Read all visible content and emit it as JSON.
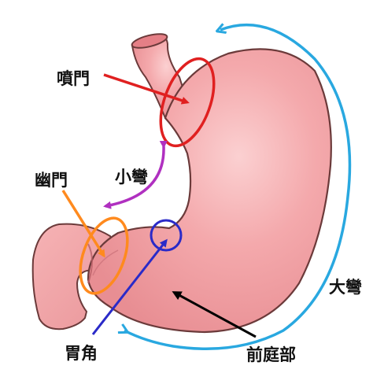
{
  "labels": {
    "cardia": "噴門",
    "pylorus": "幽門",
    "lesser_curvature": "小彎",
    "greater_curvature": "大彎",
    "angular_incisure": "胃角",
    "antrum": "前庭部"
  },
  "colors": {
    "stomach_fill": "#f3a5a8",
    "stomach_outline": "#6b3a3a",
    "cardia": "#e02020",
    "pylorus": "#ff8a1e",
    "lesser_curvature": "#b030c0",
    "greater_curvature": "#29a8e0",
    "angular_incisure": "#2a2ac8",
    "antrum": "#000000"
  }
}
